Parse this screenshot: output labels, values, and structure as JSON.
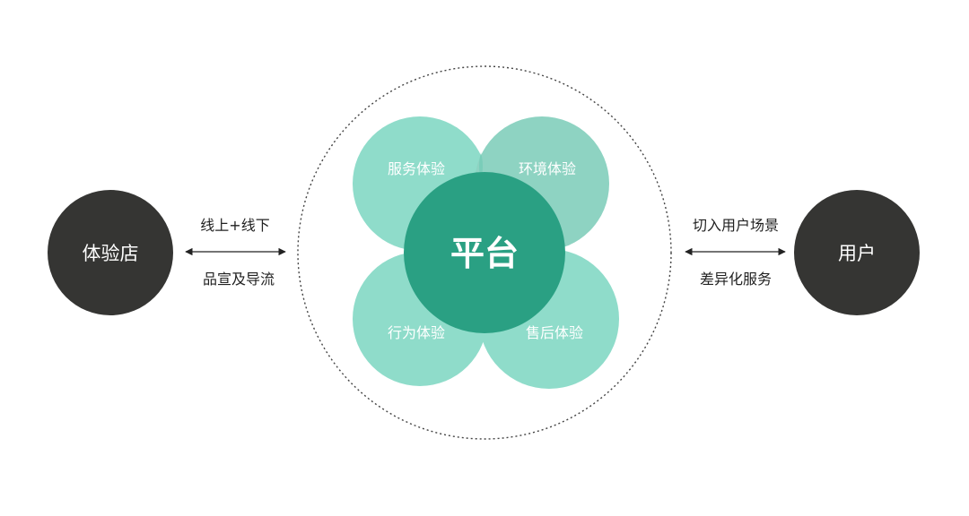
{
  "left_node": {
    "label": "体验店"
  },
  "right_node": {
    "label": "用户"
  },
  "left_connector": {
    "top_label": "线上+线下",
    "bottom_label": "品宣及导流"
  },
  "right_connector": {
    "top_label": "切入用户场景",
    "bottom_label": "差异化服务"
  },
  "platform": {
    "label": "平台",
    "petals": [
      {
        "label": "服务体验"
      },
      {
        "label": "环境体验"
      },
      {
        "label": "行为体验"
      },
      {
        "label": "售后体验"
      }
    ]
  },
  "colors": {
    "node_dark": "#353533",
    "node_text": "#ffffff",
    "petal_light": "#8fdcca",
    "petal_mid": "#8ed3c2",
    "petal_overlap": "#6ccab3",
    "center": "#2aa083",
    "text_dark": "#222222",
    "dotted_ring": "#444444"
  }
}
